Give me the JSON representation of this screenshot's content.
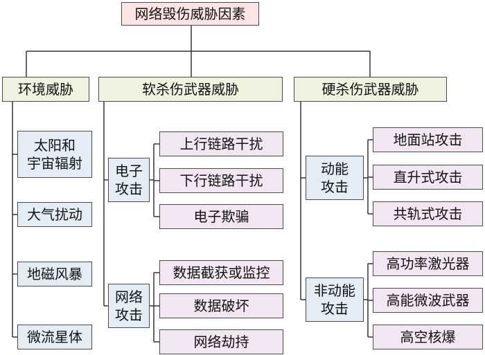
{
  "root": "网络毁伤威胁因素",
  "categories": {
    "environment": "环境威胁",
    "soft_kill": "软杀伤武器威胁",
    "hard_kill": "硬杀伤武器威胁"
  },
  "environment_items": [
    "太阳和\n宇宙辐射",
    "大气扰动",
    "地磁风暴",
    "微流星体"
  ],
  "soft_kill_groups": {
    "electronic": {
      "label": "电子\n攻击",
      "items": [
        "上行链路干扰",
        "下行链路干扰",
        "电子欺骗"
      ]
    },
    "network": {
      "label": "网络\n攻击",
      "items": [
        "数据截获或监控",
        "数据破坏",
        "网络劫持"
      ]
    }
  },
  "hard_kill_groups": {
    "kinetic": {
      "label": "动能\n攻击",
      "items": [
        "地面站攻击",
        "直升式攻击",
        "共轨式攻击"
      ]
    },
    "non_kinetic": {
      "label": "非动能\n攻击",
      "items": [
        "高功率激光器",
        "高能微波武器",
        "高空核爆"
      ]
    }
  }
}
